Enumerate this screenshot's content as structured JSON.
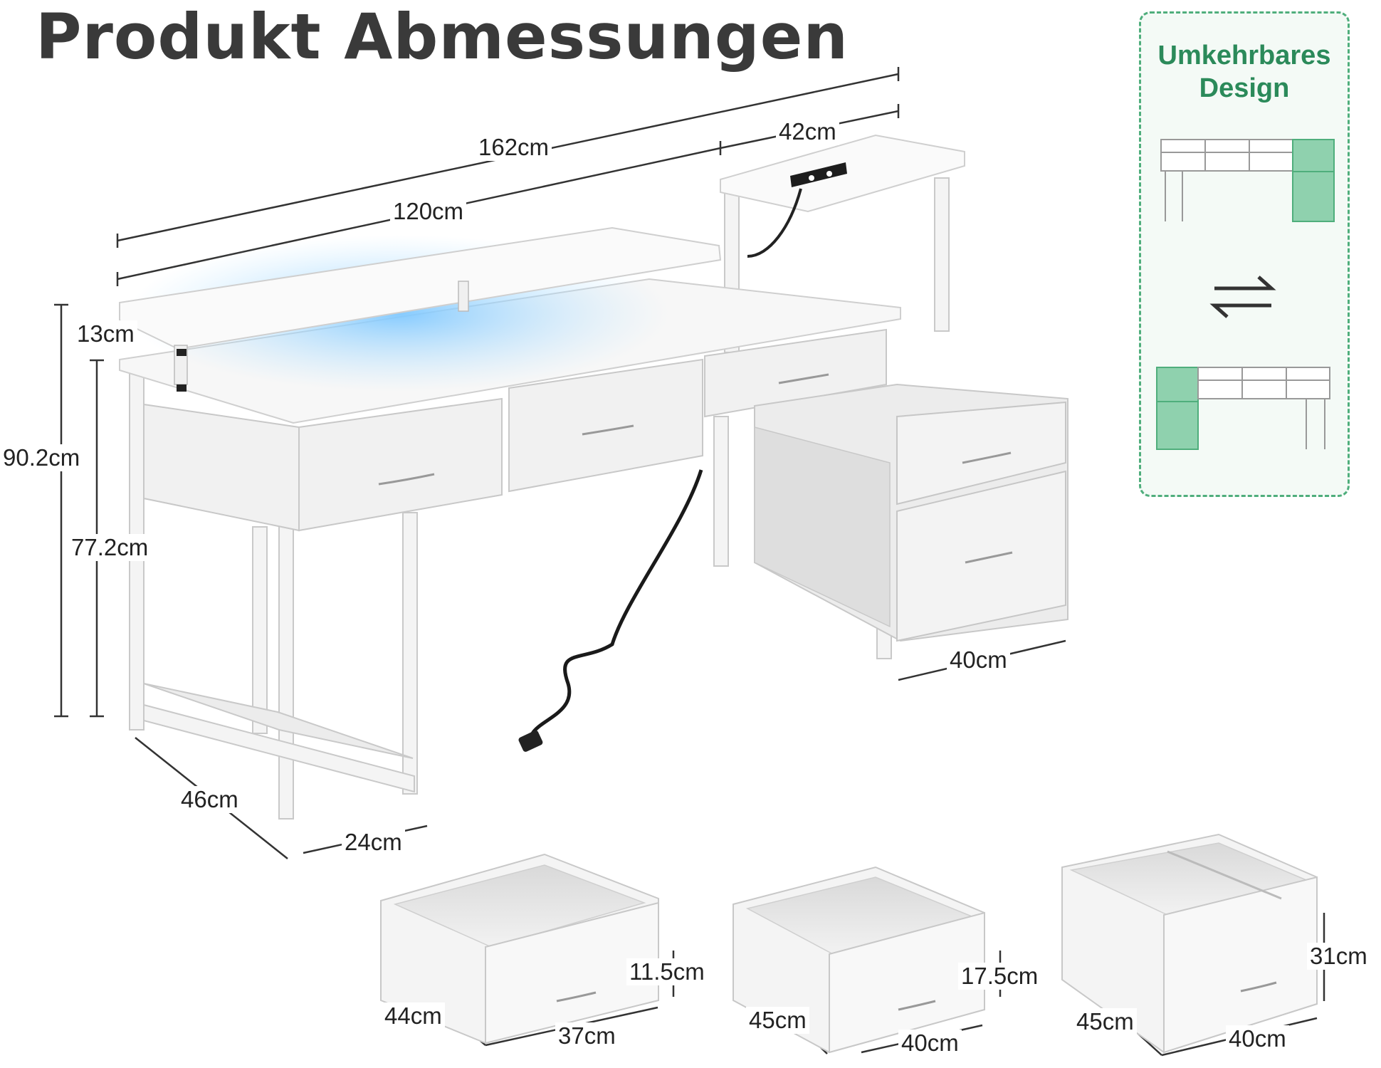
{
  "title": "Produkt Abmessungen",
  "reversible": {
    "title": "Umkehrbares Design",
    "swap_icon": "swap-arrows-icon",
    "accent": "#4fae7c",
    "accent_dark": "#2b8a5a"
  },
  "desk": {
    "width_total": "162cm",
    "width_main": "120cm",
    "width_return": "42cm",
    "shelf_height": "13cm",
    "height_total": "90.2cm",
    "height_desk": "77.2cm",
    "depth": "46cm",
    "shelf_depth": "24cm",
    "cabinet_width": "40cm"
  },
  "drawers": [
    {
      "depth": "44cm",
      "width": "37cm",
      "height": "11.5cm"
    },
    {
      "depth": "45cm",
      "width": "40cm",
      "height": "17.5cm"
    },
    {
      "depth": "45cm",
      "width": "40cm",
      "height": "31cm"
    }
  ]
}
